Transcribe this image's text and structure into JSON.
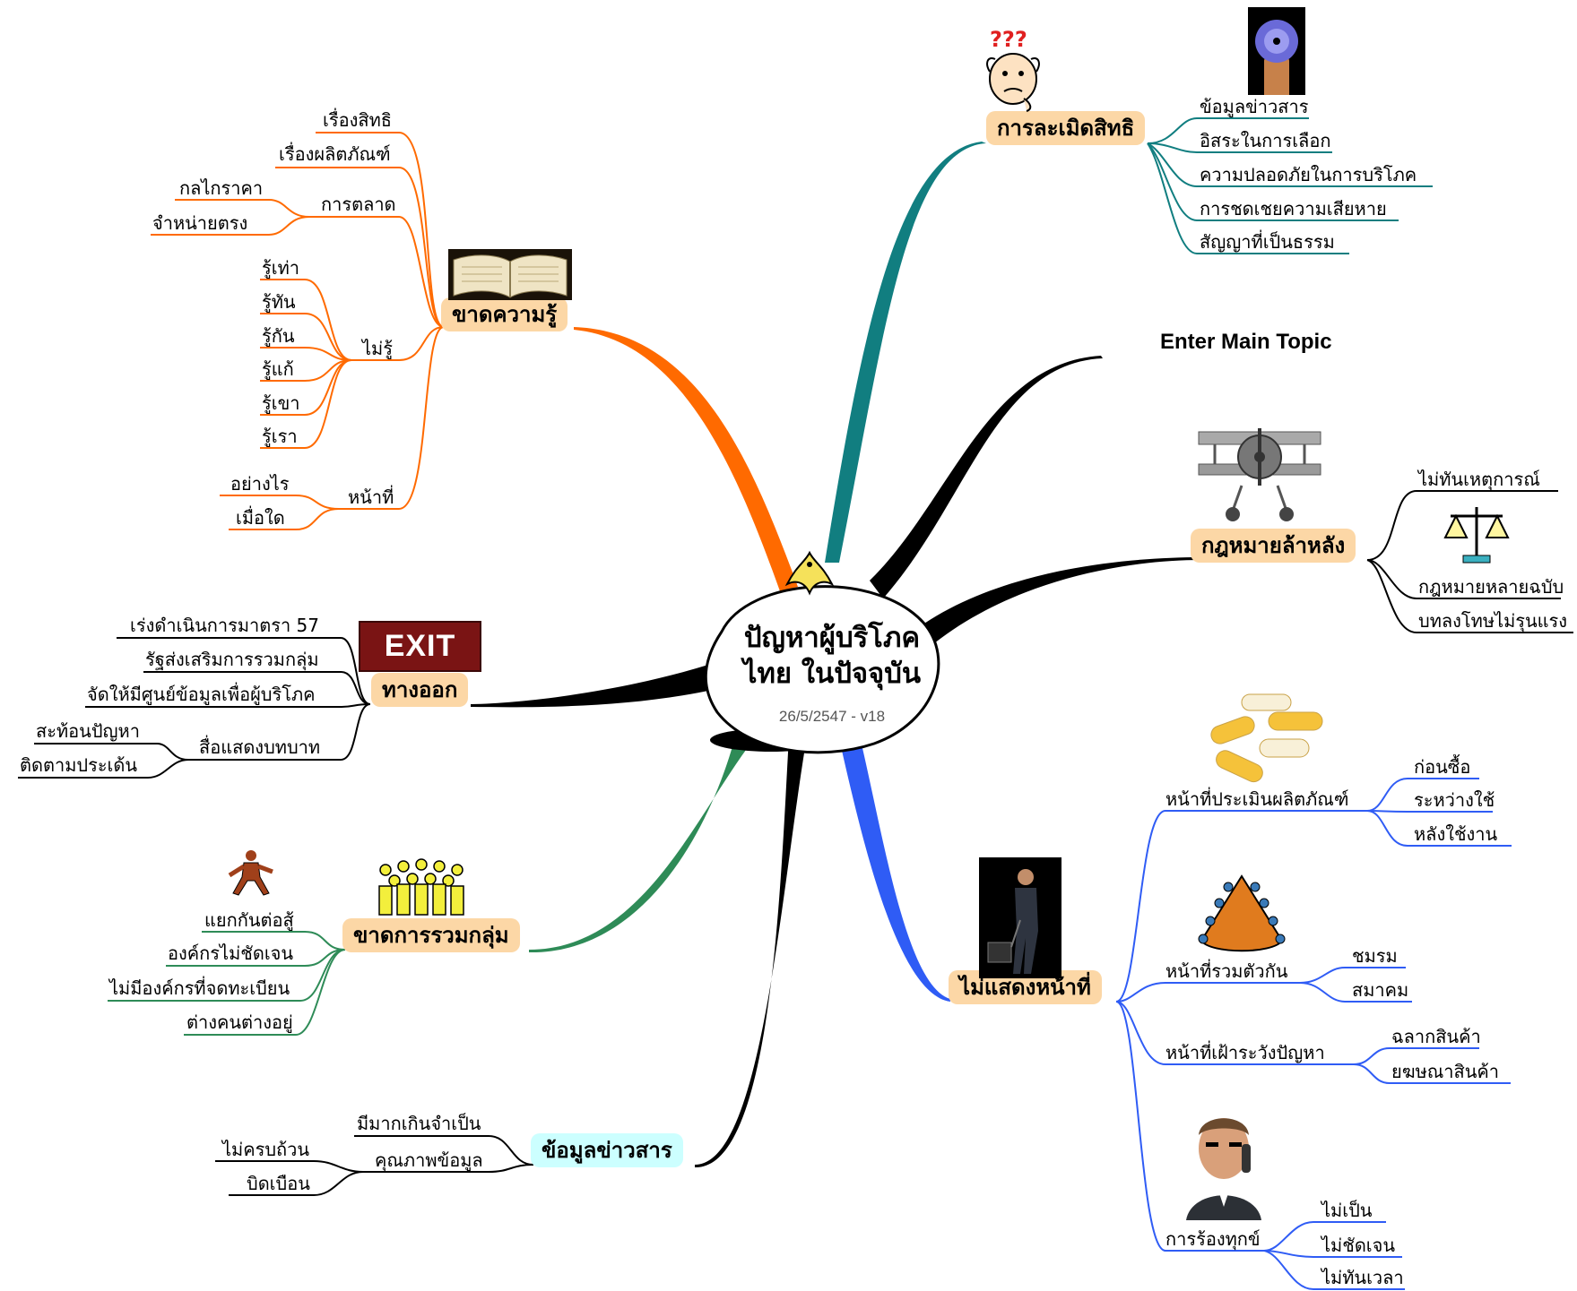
{
  "center": {
    "title_line1": "ปัญหาผู้บริโภค",
    "title_line2": "ไทย ในปัจจุบัน",
    "subtitle": "26/5/2547 - v18"
  },
  "colors": {
    "orange": "#ff6a00",
    "teal": "#117e80",
    "blue": "#2f5cf5",
    "green": "#2e8b57",
    "black": "#000000",
    "topic_fill": "#fcd7a6",
    "info_fill": "#ccffff"
  },
  "topics": {
    "violation": {
      "label": "การละเมิดสิทธิ",
      "children": [
        "ข้อมูลข่าวสาร",
        "อิสระในการเลือก",
        "ความปลอดภัยในการบริโภค",
        "การชดเชยความเสียหาย",
        "สัญญาที่เป็นธรรม"
      ]
    },
    "enter": {
      "label": "Enter Main Topic"
    },
    "law": {
      "label": "กฎหมายล้าหลัง",
      "children": [
        "ไม่ทันเหตุการณ์",
        "กฎหมายหลายฉบับ",
        "บทลงโทษไม่รุนแรง"
      ]
    },
    "duty": {
      "label": "ไม่แสดงหน้าที่",
      "assess": {
        "label": "หน้าที่ประเมินผลิตภัณฑ์",
        "children": [
          "ก่อนซื้อ",
          "ระหว่างใช้",
          "หลังใช้งาน"
        ]
      },
      "gather": {
        "label": "หน้าที่รวมตัวกัน",
        "children": [
          "ชมรม",
          "สมาคม"
        ]
      },
      "watch": {
        "label": "หน้าที่เฝ้าระวังปัญหา",
        "children": [
          "ฉลากสินค้า",
          "ยฆษณาสินค้า"
        ]
      },
      "complain": {
        "label": "การร้องทุกข์",
        "children": [
          "ไม่เป็น",
          "ไม่ชัดเจน",
          "ไม่ทันเวลา"
        ]
      }
    },
    "knowledge": {
      "label": "ขาดความรู้",
      "rights": "เรื่องสิทธิ",
      "products": "เรื่องผลิตภัณฑ์",
      "marketing": {
        "label": "การตลาด",
        "children": [
          "กลไกราคา",
          "จำหน่ายตรง"
        ]
      },
      "unknown": {
        "label": "ไม่รู้",
        "children": [
          "รู้เท่า",
          "รู้ทัน",
          "รู้กัน",
          "รู้แก้",
          "รู้เขา",
          "รู้เรา"
        ]
      },
      "duty": {
        "label": "หน้าที่",
        "children": [
          "อย่างไร",
          "เมื่อใด"
        ]
      }
    },
    "exit": {
      "label": "ทางออก",
      "children": [
        "เร่งดำเนินการมาตรา 57",
        "รัฐส่งเสริมการรวมกลุ่ม",
        "จัดให้มีศูนย์ข้อมูลเพื่อผู้บริโภค"
      ],
      "media": {
        "label": "สื่อแสดงบทบาท",
        "children": [
          "สะท้อนปัญหา",
          "ติดตามประเด้น"
        ]
      },
      "sign_text": "EXIT"
    },
    "group": {
      "label": "ขาดการรวมกลุ่ม",
      "children": [
        "แยกกันต่อสู้",
        "องค์กรไม่ชัดเจน",
        "ไม่มีองค์กรที่จดทะเบียน",
        "ต่างคนต่างอยู่"
      ]
    },
    "info": {
      "label": "ข้อมูลข่าวสาร",
      "excess": "มีมากเกินจำเป็น",
      "quality": {
        "label": "คุณภาพข้อมูล",
        "children": [
          "ไม่ครบถ้วน",
          "บิดเบือน"
        ]
      }
    }
  }
}
